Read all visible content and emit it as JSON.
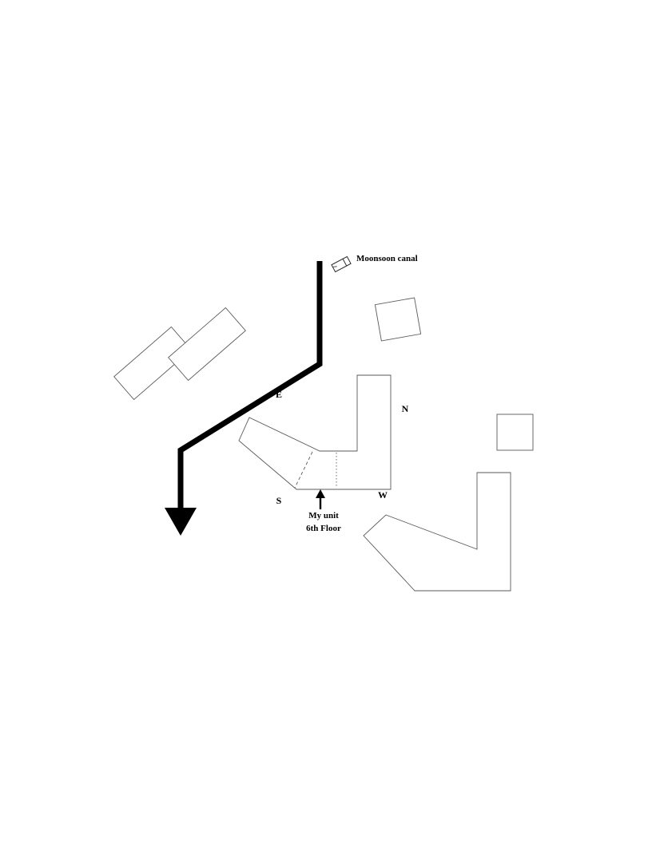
{
  "page": {
    "background": "#ffffff"
  },
  "map": {
    "canal_label": "Moonsoon canal",
    "compass": {
      "east": "E",
      "north": "N",
      "south": "S",
      "west": "W"
    },
    "unit_annotation": {
      "line1": "My unit",
      "line2": "6th Floor"
    },
    "colors": {
      "ink": "#000000",
      "building_outline": "#5a5a5a",
      "background": "#ffffff"
    }
  }
}
